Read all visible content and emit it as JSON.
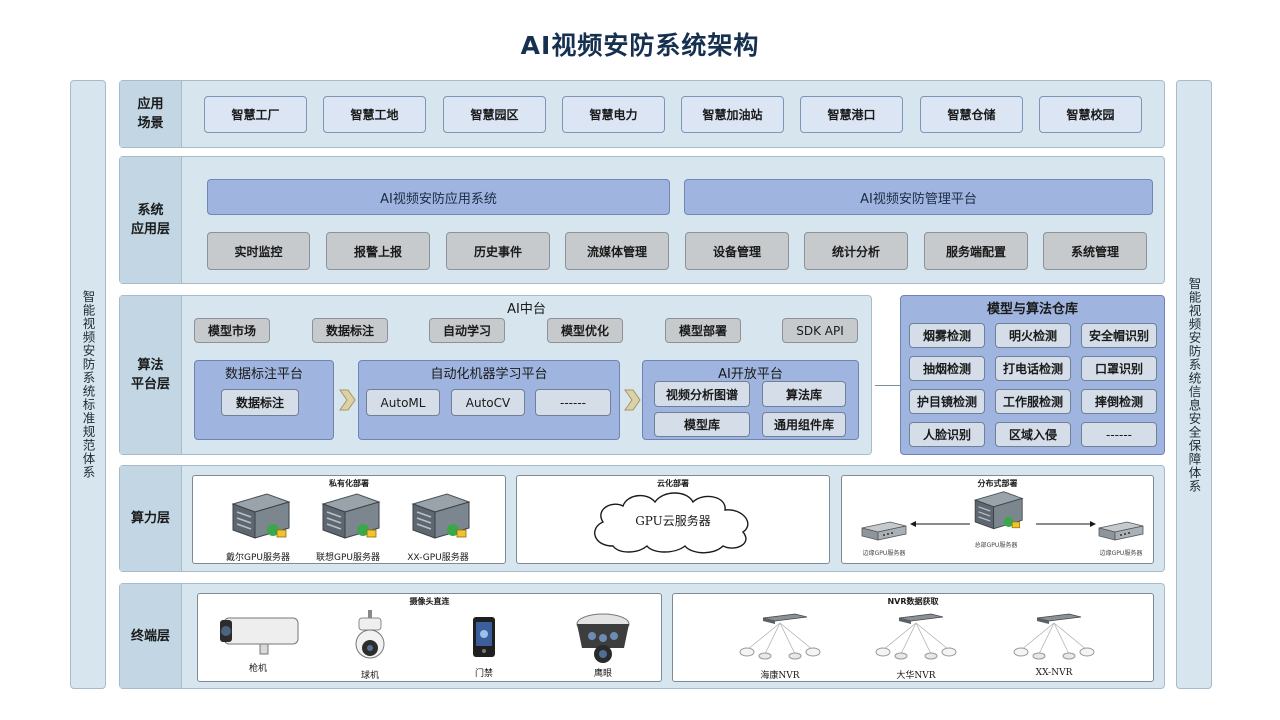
{
  "title": "AI视频安防系统架构",
  "left_side": "智能视频安防系统标准规范体系",
  "right_side": "智能视频安防系统信息安全保障体系",
  "app_layer": {
    "label": "应用\n场景",
    "items": [
      "智慧工厂",
      "智慧工地",
      "智慧园区",
      "智慧电力",
      "智慧加油站",
      "智慧港口",
      "智慧仓储",
      "智慧校园"
    ]
  },
  "sys_layer": {
    "label": "系统\n应用层",
    "bars": [
      "AI视频安防应用系统",
      "AI视频安防管理平台"
    ],
    "items": [
      "实时监控",
      "报警上报",
      "历史事件",
      "流媒体管理",
      "设备管理",
      "统计分析",
      "服务端配置",
      "系统管理"
    ]
  },
  "algo_layer": {
    "label": "算法\n平台层",
    "hub_title": "AI中台",
    "hub_items": [
      "模型市场",
      "数据标注",
      "自动学习",
      "模型优化",
      "模型部署",
      "SDK API"
    ],
    "platforms": [
      {
        "title": "数据标注平台",
        "items": [
          "数据标注"
        ]
      },
      {
        "title": "自动化机器学习平台",
        "items": [
          "AutoML",
          "AutoCV",
          "------"
        ]
      },
      {
        "title": "AI开放平台",
        "items": [
          "视频分析图谱",
          "算法库",
          "模型库",
          "通用组件库"
        ]
      }
    ],
    "repo_title": "模型与算法仓库",
    "repo_items": [
      "烟雾检测",
      "明火检测",
      "安全帽识别",
      "抽烟检测",
      "打电话检测",
      "口罩识别",
      "护目镜检测",
      "工作服检测",
      "摔倒检测",
      "人脸识别",
      "区域入侵",
      "------"
    ]
  },
  "compute_layer": {
    "label": "算力层",
    "private": {
      "title": "私有化部署",
      "servers": [
        "戴尔GPU服务器",
        "联想GPU服务器",
        "XX-GPU服务器"
      ]
    },
    "cloud": {
      "title": "云化部署",
      "label": "GPU云服务器"
    },
    "distributed": {
      "title": "分布式部署",
      "left": "边缘GPU服务器",
      "center": "总部GPU服务器",
      "right": "边缘GPU服务器"
    }
  },
  "terminal_layer": {
    "label": "终端层",
    "camera": {
      "title": "摄像头直连",
      "items": [
        "枪机",
        "球机",
        "门禁",
        "鹰眼"
      ]
    },
    "nvr": {
      "title": "NVR数据获取",
      "items": [
        "海康NVR",
        "大华NVR",
        "XX-NVR"
      ]
    }
  },
  "colors": {
    "title": "#16304f",
    "layer_bg": "#d7e6ee",
    "panel": "#9fb5df",
    "scene": "#dbe5f4",
    "grey": "#c7cacd"
  },
  "icons": [
    "server-icon",
    "cloud-icon",
    "edge-box-icon",
    "bullet-camera-icon",
    "dome-camera-icon",
    "door-access-icon",
    "eagle-eye-icon",
    "nvr-icon"
  ]
}
